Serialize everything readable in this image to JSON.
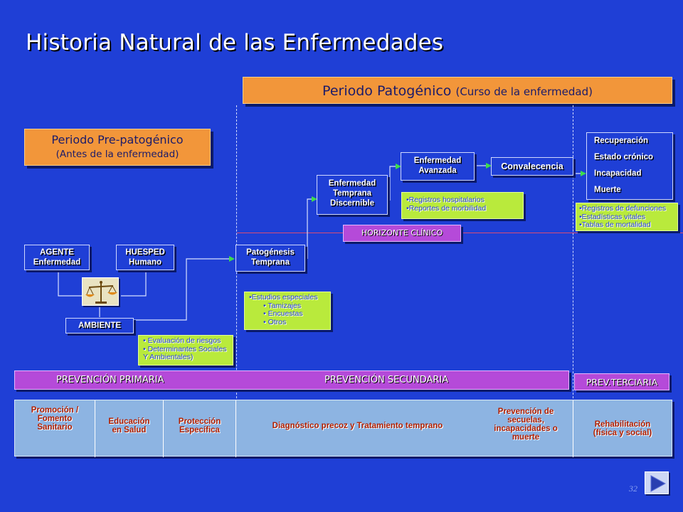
{
  "title": "Historia Natural de las Enfermedades",
  "patogenico": {
    "main": "Periodo Patogénico ",
    "sub": "(Curso de la enfermedad)"
  },
  "prepatogenico": {
    "line1": "Periodo Pre-patogénico",
    "line2": "(Antes de la enfermedad)"
  },
  "agente": [
    "AGENTE",
    "Enfermedad"
  ],
  "huesped": [
    "HUESPED",
    "Humano"
  ],
  "ambiente": "AMBIENTE",
  "evaluacion": [
    "• Evaluación de riesgos",
    "• Determinantes Sociales",
    "Y Ambientales)"
  ],
  "patogenesis": [
    "Patogénesis",
    "Temprana"
  ],
  "estudios": [
    "•Estudios especiales",
    "• Tamizajes",
    "• Encuestas",
    "• Otros"
  ],
  "temprana": [
    "Enfermedad",
    "Temprana",
    "Discernible"
  ],
  "avanzada": [
    "Enfermedad",
    "Avanzada"
  ],
  "registros_hosp": [
    "•Registros hospitalarios",
    "•Reportes de morbilidad"
  ],
  "convalecencia": "Convalecencia",
  "horizonte": "HORIZONTE CLÍNICO",
  "outcomes": [
    "Recuperación",
    "Estado crónico",
    "Incapacidad",
    "Muerte"
  ],
  "registros_def": [
    "•Registros de defunciones",
    "•Estadísticas vitales",
    "•Tablas de mortalidad"
  ],
  "prevencion": {
    "primaria": "PREVENCIÓN PRIMARIA",
    "secundaria": "PREVENCIÓN SECUNDARIA",
    "terciaria": "PREV.TERCIARIA"
  },
  "bottom": {
    "promocion": [
      "Promoción /",
      "Fomento",
      "Sanitario"
    ],
    "educacion": [
      "Educación",
      "en Salud"
    ],
    "proteccion": [
      "Protección",
      "Específica"
    ],
    "diagnostico": [
      "Diagnóstico precoz y Tratamiento temprano"
    ],
    "prevencion_sec": [
      "Prevención de",
      "secuelas,",
      "incapacidades o",
      "muerte"
    ],
    "rehabilitacion": [
      "Rehabilitación",
      "(física y social)"
    ]
  },
  "page_number": "32",
  "icons": {
    "balance": "balance-scale-icon",
    "next": "next-slide-icon"
  },
  "colors": {
    "background": "#1f3fd6",
    "orange": "#f2963a",
    "green": "#b9ea3c",
    "purple": "#b54ad9",
    "bottom": "#8db4e2"
  }
}
